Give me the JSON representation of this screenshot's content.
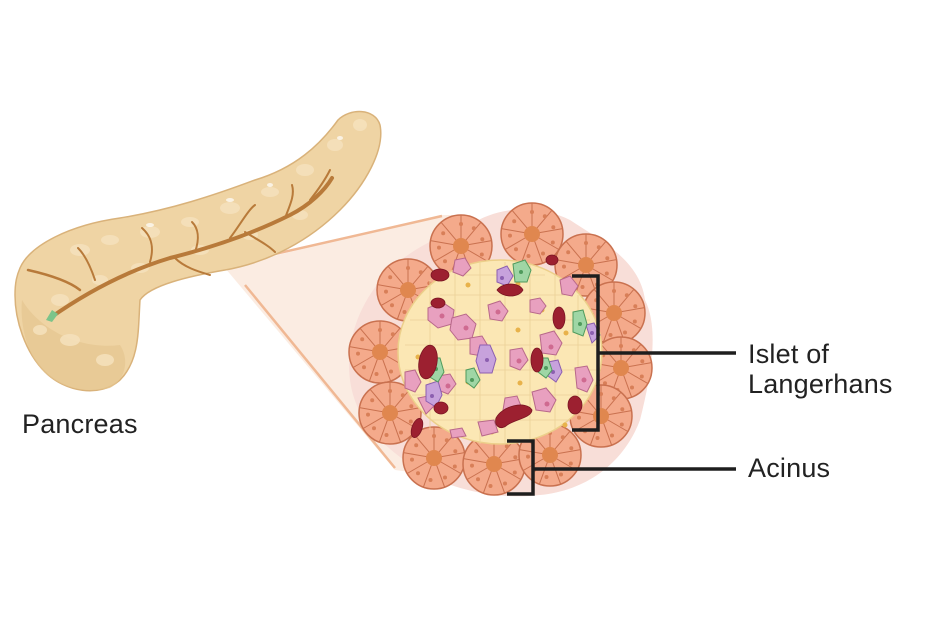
{
  "diagram": {
    "labels": {
      "pancreas": "Pancreas",
      "islet_line1": "Islet of",
      "islet_line2": "Langerhans",
      "acinus": "Acinus"
    },
    "components": [
      {
        "name": "pancreas-organ",
        "label": "Pancreas"
      },
      {
        "name": "pancreatic-duct",
        "label": ""
      },
      {
        "name": "magnification-cone",
        "label": ""
      },
      {
        "name": "islet-of-langerhans",
        "label": "Islet of Langerhans"
      },
      {
        "name": "acinus",
        "label": "Acinus"
      }
    ],
    "colors": {
      "pancreas_fill": "#efd4a4",
      "pancreas_shade": "#e2bf86",
      "pancreas_outline": "#d9b27a",
      "duct": "#b87a3a",
      "duct_tip": "#7cc48a",
      "cone_fill": "#fbeadf",
      "cone_edge": "#f0b894",
      "halo": "#f8ded8",
      "acinus_fill": "#f4a98a",
      "acinus_outline": "#c9714f",
      "acinus_center": "#e0874f",
      "islet_bg": "#fbe7b4",
      "islet_cell_dot": "#e8b24a",
      "alpha_cell": "#e8a0bf",
      "beta_cell": "#fbe7b4",
      "delta_cell": "#c7a2dc",
      "pp_cell": "#9fd6a5",
      "capillary": "#9c2030",
      "bracket": "#1e1e1e"
    }
  }
}
